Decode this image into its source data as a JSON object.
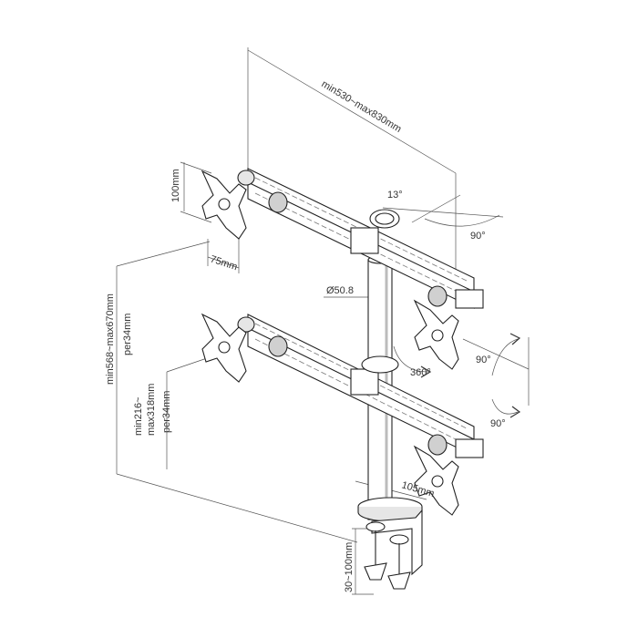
{
  "dimensions": {
    "arm_span": "min530~max830mm",
    "vesa_height": "100mm",
    "vesa_width": "75mm",
    "tilt_angle": "13°",
    "swivel_angle": "90°",
    "pole_diameter": "Ø50.8",
    "total_height_range": "min568~max670mm",
    "total_height_step": "per34mm",
    "arm_gap_range_line1": "min216~",
    "arm_gap_range_line2": "max318mm",
    "arm_gap_step": "per34mm",
    "rotation": "360°",
    "pivot_right": "90°",
    "pivot_lower": "90°",
    "base_diameter": "105mm",
    "clamp_range": "30~100mm"
  },
  "colors": {
    "ink": "#222222",
    "dimension_line": "#555555",
    "part_fill": "#ffffff",
    "part_shade": "#d9d9d9"
  }
}
